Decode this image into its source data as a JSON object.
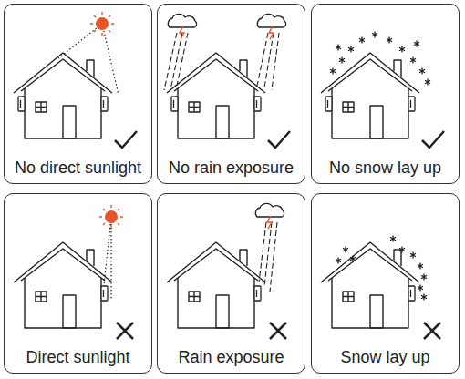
{
  "diagram": {
    "nodes": [
      {
        "text": [
          "No direct sunlight"
        ]
      },
      {
        "text": [
          "No rain exposure"
        ]
      },
      {
        "text": [
          "No snow lay up"
        ]
      },
      {
        "text": [
          "Direct sunlight"
        ]
      },
      {
        "text": [
          "Rain exposure"
        ]
      },
      {
        "text": [
          "Snow lay up"
        ]
      }
    ]
  }
}
